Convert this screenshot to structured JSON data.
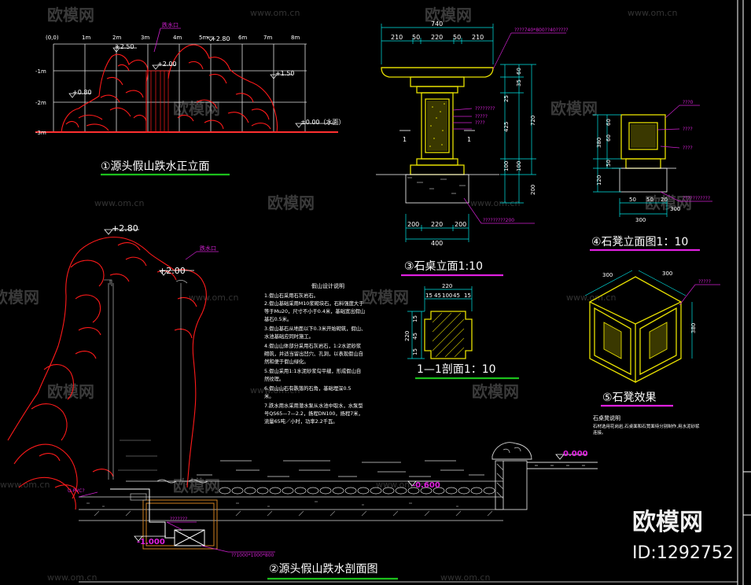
{
  "titles": {
    "t1": "①源头假山跌水正立面",
    "t2": "②源头假山跌水剖面图",
    "t3": "③石桌立面1:10",
    "t4": "④石凳立面图1：10",
    "t5": "⑤石凳效果",
    "t11": "1—1剖面1：10"
  },
  "elevation": {
    "ticks": [
      "(0,0)",
      "1m",
      "2m",
      "3m",
      "4m",
      "5m",
      "6m",
      "7m",
      "8m"
    ],
    "yticks": [
      "-1m",
      "-2m",
      "-3m"
    ],
    "levels": [
      "+2.50",
      "+2.00",
      "+1.50",
      "+0.80",
      "+2.80",
      "±0.00（水面）"
    ],
    "outlet": "跌水口"
  },
  "section": {
    "levels": [
      "+2.80",
      "+2.00",
      "0.000",
      "-0.600",
      "-1.000"
    ],
    "outlet": "跌水口",
    "pipe": "U-PVC?",
    "pump_label": "???????",
    "bottom_note": "??1000*1000*800"
  },
  "notes": {
    "title": "假山设计说明",
    "lines": [
      "1.假山石采用石灰岩石。",
      "2.假山基础采用M10浆砌块石，石料强度大于",
      "等于Mu20，尺寸不小于0.4米，基础宽出假山",
      "基石0.5米。",
      "3.假山基石从地面以下0.3米开始砌筑，假山、",
      "水池基础应同时施工。",
      "4.假山山体部分采用石灰岩石，1:2水泥砂浆",
      "砌筑，并适当留出凹穴、孔洞，以表现假山自",
      "然和便于假山绿化。",
      "5.假山采用1:1水泥砂浆勾平缝，形成假山自",
      "然纹理。",
      "6.假山山石有跌落的石角，基础埋深0.5",
      "米。",
      "7.跌水用水采用潜水泵从水池中取水，水泵型",
      "号QS65—7—2.2，扬程DN100，扬程7米，",
      "流量65吨／小时，功率2.2千瓦。"
    ]
  },
  "table": {
    "dims_top": [
      "740",
      "210",
      "50",
      "220",
      "50",
      "210"
    ],
    "dims_right": [
      "60",
      "35",
      "25",
      "425",
      "720",
      "100",
      "100",
      "200"
    ],
    "dims_bottom": [
      "200",
      "220",
      "200",
      "400"
    ],
    "labels": [
      "????740*800??40?????",
      "????????",
      "?????",
      "????",
      "?????????200"
    ],
    "section_mark": "1"
  },
  "stool": {
    "dims": [
      "380",
      "60",
      "60",
      "50",
      "120",
      "300",
      "50",
      "50",
      "20",
      "300"
    ],
    "labels": [
      "???0",
      "????",
      "????",
      "????",
      "???????????",
      "?????0"
    ],
    "iso_dims": [
      "300",
      "300",
      "380"
    ],
    "iso_label": "?????",
    "note_title": "石桌凳说明",
    "note_lines": [
      "石材选用花岗岩,石桌面和石凳面待分别制作,用水泥砂浆",
      "连接。"
    ]
  },
  "sec11": {
    "dims": [
      "220",
      "15",
      "45",
      "100",
      "45",
      "15",
      "15",
      "45",
      "220",
      "15"
    ]
  },
  "watermark": {
    "logo": "欧模网",
    "url": "www.om.cn",
    "id": "ID:1292752"
  },
  "colors": {
    "bg": "#000000",
    "frame": "#ffffff",
    "rock": "#ff1a1a",
    "stone": "#e8e000",
    "dim": "#00e5e5",
    "title_line": "#1cc01c",
    "title_line2": "#e020e0",
    "leader": "#d020d0",
    "water": "#d8d8d8",
    "pit": "#d08020"
  }
}
